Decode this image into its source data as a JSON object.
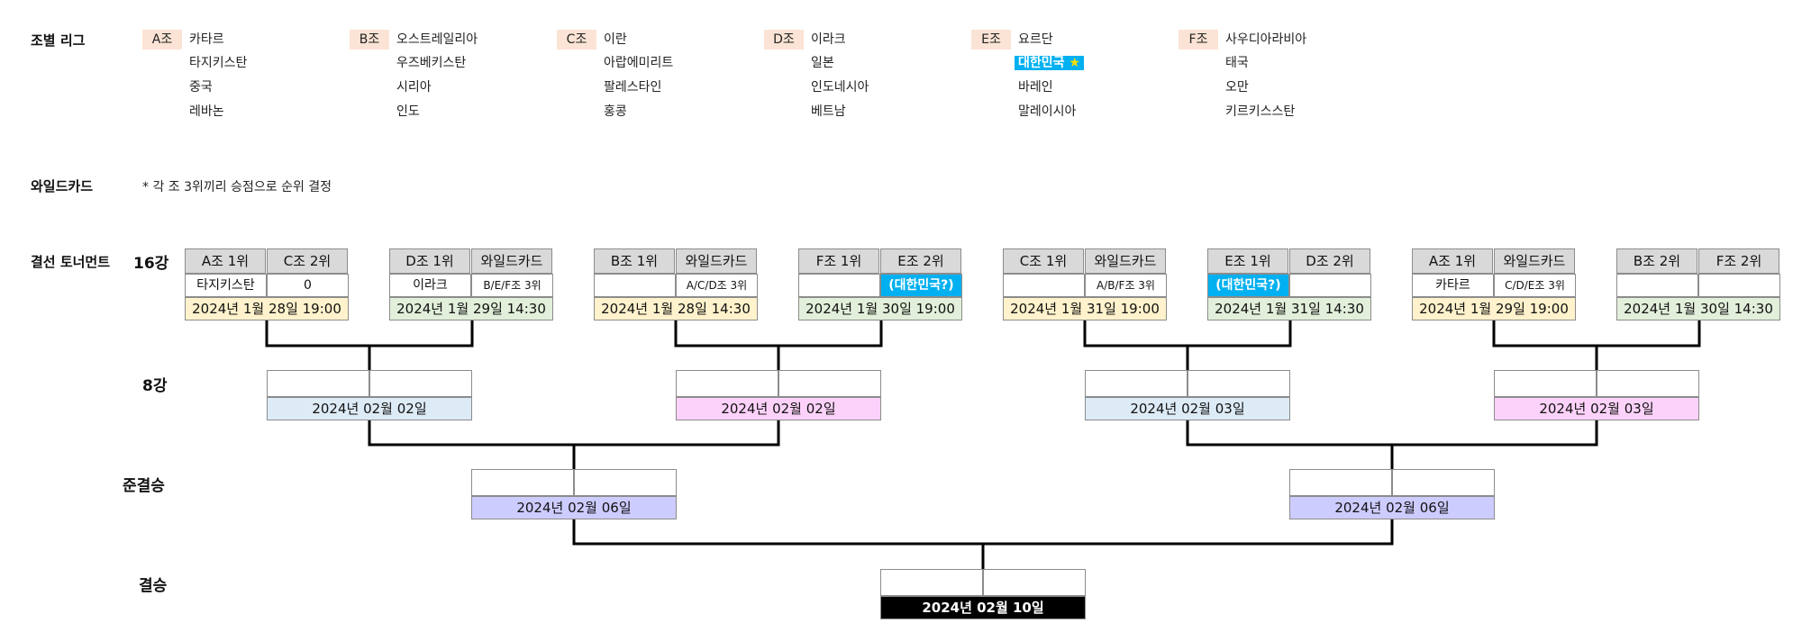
{
  "labels": {
    "group_league": "조별 리그",
    "wildcard": "와일드카드",
    "wildcard_note": "* 각 조 3위끼리 승점으로 순위 결정",
    "knockout": "결선 토너먼트",
    "r16": "16강",
    "qf": "8강",
    "sf": "준결승",
    "final": "결승"
  },
  "groups": [
    {
      "tag": "A조",
      "teams": [
        "카타르",
        "타지키스탄",
        "중국",
        "레바논"
      ]
    },
    {
      "tag": "B조",
      "teams": [
        "오스트레일리아",
        "우즈베키스탄",
        "시리아",
        "인도"
      ]
    },
    {
      "tag": "C조",
      "teams": [
        "이란",
        "아랍에미리트",
        "팔레스타인",
        "홍콩"
      ]
    },
    {
      "tag": "D조",
      "teams": [
        "이라크",
        "일본",
        "인도네시아",
        "베트남"
      ]
    },
    {
      "tag": "E조",
      "teams": [
        "요르단",
        "대한민국",
        "바레인",
        "말레이시아"
      ]
    },
    {
      "tag": "F조",
      "teams": [
        "사우디아라비아",
        "태국",
        "오만",
        "키르키스스탄"
      ]
    }
  ],
  "korea_star": "★",
  "r16": [
    {
      "home": "A조 1위",
      "away": "C조 2위",
      "home_team": "타지키스탄",
      "away_team": "0",
      "date": "2024년 1월 28일 19:00"
    },
    {
      "home": "D조 1위",
      "away": "와일드카드",
      "home_team": "이라크",
      "away_team": "B/E/F조 3위",
      "date": "2024년 1월 29일 14:30"
    },
    {
      "home": "B조 1위",
      "away": "와일드카드",
      "home_team": "",
      "away_team": "A/C/D조 3위",
      "date": "2024년 1월 28일 14:30"
    },
    {
      "home": "F조 1위",
      "away": "E조 2위",
      "home_team": "",
      "away_team": "(대한민국?)",
      "date": "2024년 1월 30일 19:00"
    },
    {
      "home": "C조 1위",
      "away": "와일드카드",
      "home_team": "",
      "away_team": "A/B/F조 3위",
      "date": "2024년 1월 31일 19:00"
    },
    {
      "home": "E조 1위",
      "away": "D조 2위",
      "home_team": "(대한민국?)",
      "away_team": "",
      "date": "2024년 1월 31일 14:30"
    },
    {
      "home": "A조 1위",
      "away": "와일드카드",
      "home_team": "카타르",
      "away_team": "C/D/E조 3위",
      "date": "2024년 1월 29일 19:00"
    },
    {
      "home": "B조 2위",
      "away": "F조 2위",
      "home_team": "",
      "away_team": "",
      "date": "2024년 1월 30일 14:30"
    }
  ],
  "qf": [
    {
      "date": "2024년 02월 02일"
    },
    {
      "date": "2024년 02월 02일"
    },
    {
      "date": "2024년 02월 03일"
    },
    {
      "date": "2024년 02월 03일"
    }
  ],
  "sf": [
    {
      "date": "2024년 02월 06일"
    },
    {
      "date": "2024년 02월 06일"
    }
  ],
  "final": {
    "date": "2024년 02월 10일"
  },
  "colors": {
    "group_tag": "#fbe4d5",
    "korea": "#00b0f0",
    "yellow": "#fff2cc",
    "green": "#e2efda",
    "blue": "#ddebf7",
    "pink": "#fdd2fa",
    "purple": "#cdccff",
    "final": "#000000"
  }
}
